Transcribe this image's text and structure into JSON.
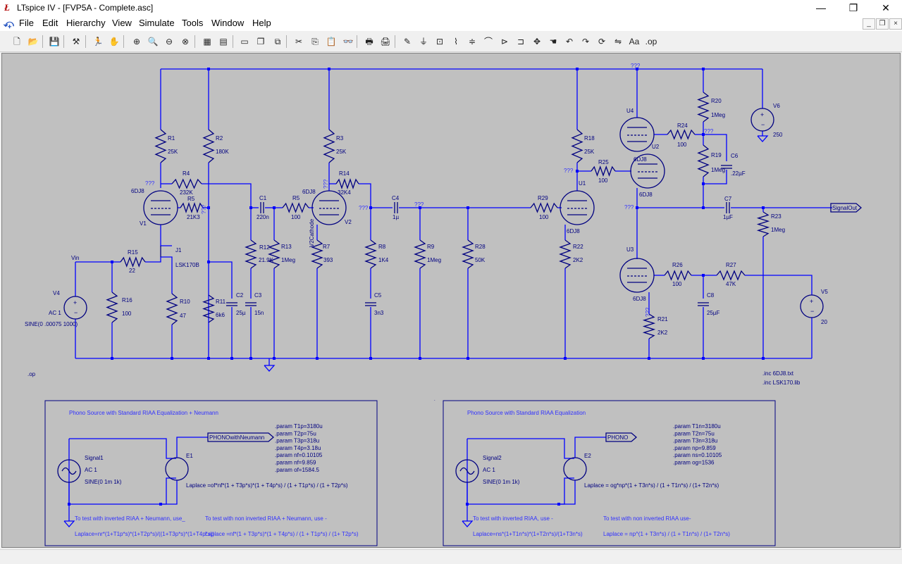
{
  "window": {
    "app_logo": "LTspice IV logo",
    "title": "LTspice IV - [FVP5A - Complete.asc]",
    "controls": {
      "minimize": "—",
      "restore": "❐",
      "close": "✕"
    }
  },
  "menu": {
    "items": [
      "File",
      "Edit",
      "Hierarchy",
      "View",
      "Simulate",
      "Tools",
      "Window",
      "Help"
    ],
    "mdi_controls": [
      "_",
      "❐",
      "×"
    ]
  },
  "toolbar": {
    "icons": [
      "new-schematic-icon",
      "open-icon",
      "save-icon",
      "control-panel-icon",
      "run-icon",
      "halt-icon",
      "zoom-in-icon",
      "zoom-pan-icon",
      "zoom-out-icon",
      "zoom-cancel-icon",
      "autoscale-icon",
      "zoom-fit-icon",
      "tile-horizontal-icon",
      "cascade-icon",
      "close-all-icon",
      "cut-icon",
      "copy-icon",
      "paste-icon",
      "find-icon",
      "print-setup-icon",
      "print-icon",
      "wire-icon",
      "ground-icon",
      "label-net-icon",
      "resistor-icon",
      "capacitor-icon",
      "inductor-icon",
      "diode-icon",
      "component-icon",
      "move-icon",
      "drag-icon",
      "undo-icon",
      "redo-icon",
      "rotate-icon",
      "mirror-icon",
      "text-icon",
      "spice-directive-icon"
    ],
    "glyphs": [
      "🗋",
      "📂",
      "💾",
      "⚒",
      "🏃",
      "✋",
      "⊕",
      "🔍",
      "⊖",
      "⊗",
      "▦",
      "▤",
      "▭",
      "❐",
      "⧉",
      "✂",
      "⎘",
      "📋",
      "👓",
      "🖶",
      "🖨",
      "✎",
      "⏚",
      "⊡",
      "⌇",
      "≑",
      "⌒",
      "⊳",
      "⊐",
      "✥",
      "☚",
      "↶",
      "↷",
      "⟳",
      "⇋",
      "Aa",
      ".op"
    ],
    "text_labels": {
      "text-icon": "Aa",
      "spice-directive-icon": ".op"
    }
  },
  "schematic": {
    "colors": {
      "background": "#c0c0c0",
      "wire": "#0000ff",
      "component": "#000080",
      "junction": "#0000ff",
      "label_text": "#000080",
      "probe_text": "#3030ff"
    },
    "labels": {
      "V4": "V4",
      "V4_ac": "AC 1",
      "V4_sine": "SINE(0 .00075 1000)",
      "Vin": "Vin",
      "R15": "R15",
      "R15_val": "22",
      "R16": "R16",
      "R16_val": "100",
      "J1": "J1",
      "J1_part": "LSK170B",
      "R10": "R10",
      "R10_val": "47",
      "R1": "R1",
      "R1_val": "25K",
      "R2": "R2",
      "R2_val": "180K",
      "R4": "R4",
      "R4_val": "232K",
      "R5": "R5",
      "R5_val": "21K3",
      "V1": "V1",
      "V1_part": "6DJ8",
      "R11": "R11",
      "R11_val": "6k6",
      "C2": "C2",
      "C2_val": "25µ",
      "C3": "C3",
      "C3_val": "15n",
      "C1": "C1",
      "C1_val": "220n",
      "R12": "R12",
      "R12_val": "21.9K",
      "R13": "R13",
      "R13_val": "1Meg",
      "R5b": "R5",
      "R5b_val": "100",
      "V2": "V2",
      "V2_part": "6DJ8",
      "V2Cathode": "V2Cathode",
      "R3": "R3",
      "R3_val": "25K",
      "R14": "R14",
      "R14_val": "32K4",
      "R7": "R7",
      "R7_val": "393",
      "R8": "R8",
      "R8_val": "1K4",
      "C5": "C5",
      "C5_val": "3n3",
      "C4": "C4",
      "C4_val": "1µ",
      "R9": "R9",
      "R9_val": "1Meg",
      "R28": "R28",
      "R28_val": "50K",
      "R29": "R29",
      "R29_val": "100",
      "U1": "U1",
      "U1_part": "6DJ8",
      "R18": "R18",
      "R18_val": "25K",
      "R22": "R22",
      "R22_val": "2K2",
      "R25": "R25",
      "R25_val": "100",
      "U4": "U4",
      "U2": "U2",
      "U2_part": "6DJ8",
      "U2_part2": "6DJ8",
      "R24": "R24",
      "R24_val": "100",
      "R20": "R20",
      "R20_val": "1Meg",
      "R19": "R19",
      "R19_val": "1Meg",
      "C6": "C6",
      "C6_val": ".22µF",
      "V6": "V6",
      "V6_val": "250",
      "C7": "C7",
      "C7_val": "1µF",
      "SignalOut": "SignalOut",
      "R23": "R23",
      "R23_val": "1Meg",
      "U3": "U3",
      "U3_part": "6DJ8",
      "R26": "R26",
      "R26_val": "100",
      "R27": "R27",
      "R27_val": "47K",
      "C8": "C8",
      "C8_val": "25µF",
      "R21": "R21",
      "R21_val": "2K2",
      "V5": "V5",
      "V5_val": "20",
      "probe": "???",
      "op": ".op",
      "inc1": ".inc 6DJ8.txt",
      "inc2": ".inc LSK170.lib"
    },
    "box1": {
      "title": "Phono Source with Standard RIAA Equalization + Neumann",
      "source": "Signal1",
      "source_ac": "AC 1",
      "source_sine": "SINE(0 1m 1k)",
      "e": "E1",
      "out_label": "PHONOwithNeumann",
      "laplace": "Laplace =of*nf*(1 + T3p*s)*(1 + T4p*s) / (1 + T1p*s) / (1 + T2p*s)",
      "params": [
        ".param T1p=3180u",
        ".param T2p=75u",
        ".param T3p=318u",
        ".param T4p=3.18u",
        ".param nf=0.10105",
        ".param nf=9.859",
        ".param of=1584.5"
      ],
      "note1": "To test with inverted RIAA + Neumann, use_",
      "note2": "To test with non inverted RIAA + Neumann, use -",
      "formula1": "Laplace=nr*(1+T1p*s)*(1+T2p*s)/((1+T3p*s)*(1+T4p*s))",
      "formula2": "Laplace =nf*(1 + T3p*s)*(1 + T4p*s) / (1 + T1p*s) / (1+ T2p*s)"
    },
    "box2": {
      "title": "Phono Source with Standard RIAA Equalization",
      "source": "Signal2",
      "source_ac": "AC 1",
      "source_sine": "SINE(0 1m 1k)",
      "e": "E2",
      "out_label": "PHONO",
      "laplace": "Laplace = og*np*(1 + T3n*s) / (1 + T1n*s) / (1+ T2n*s)",
      "params": [
        ".param T1n=3180u",
        ".param T2n=75u",
        ".param T3n=318u",
        ".param np=9.859",
        ".param ns=0.10105",
        ".param og=1536"
      ],
      "note1": "To test with inverted RIAA, use -",
      "note2": "To test with non inverted RIAA use-",
      "formula1": "Laplace=ns*(1+T1n*s)*(1+T2n*s)/(1+T3n*s)",
      "formula2": "Laplace = np^(1 + T3n*s) / (1 + T1n*s) / (1+ T2n*s)"
    }
  }
}
